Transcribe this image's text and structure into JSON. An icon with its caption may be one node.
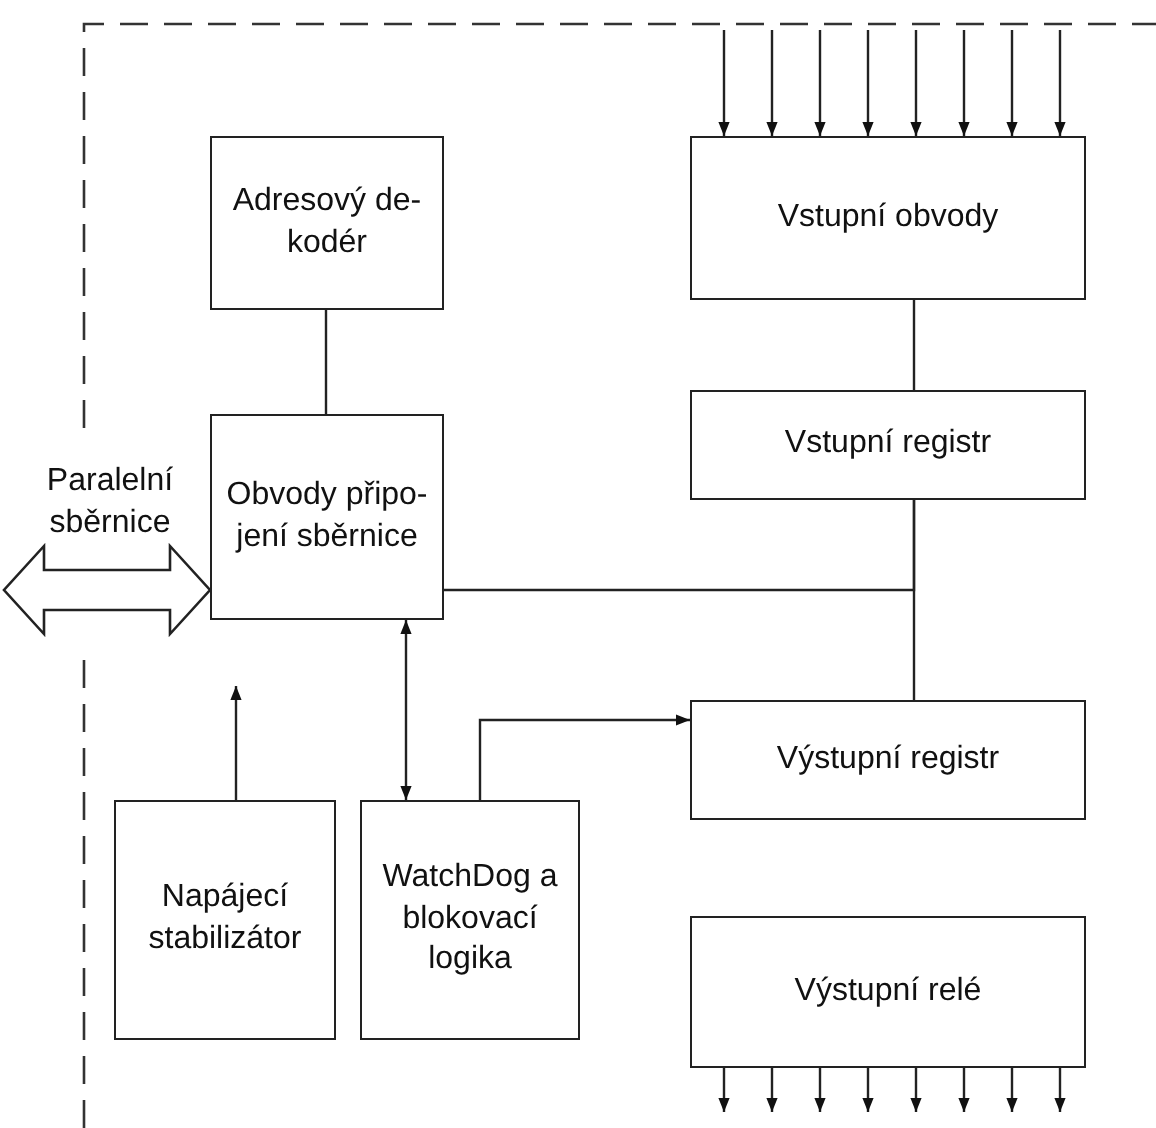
{
  "diagram": {
    "nodes": [
      {
        "text": [
          "Adresový de-kodér"
        ]
      },
      {
        "text": [
          "Vstupní obvody"
        ]
      },
      {
        "text": [
          "Obvody připo-jení sběrnice"
        ]
      },
      {
        "text": [
          "Vstupní registr"
        ]
      },
      {
        "text": [
          "Výstupní registr"
        ]
      },
      {
        "text": [
          "Napájecí stabilizátor"
        ]
      },
      {
        "text": [
          "WatchDog a blokovací logika"
        ]
      },
      {
        "text": [
          "Výstupní relé"
        ]
      }
    ],
    "edges": [
      {
        "from": 0,
        "to": 2,
        "arrow": "none"
      },
      {
        "from": 1,
        "to": 3,
        "arrow": "none"
      },
      {
        "from": 2,
        "to": 3,
        "arrow": "none"
      },
      {
        "from": 3,
        "to": 4,
        "arrow": "none"
      },
      {
        "from": 2,
        "to": 6,
        "arrow": "both"
      },
      {
        "from": 6,
        "to": 4,
        "arrow": "to"
      },
      {
        "from": 5,
        "to": null,
        "arrow": "to"
      },
      {
        "from": null,
        "to": 2,
        "arrow": "both",
        "style": "thick"
      },
      {
        "from": null,
        "to": 1,
        "arrow": "to"
      },
      {
        "from": null,
        "to": 1,
        "arrow": "to"
      },
      {
        "from": null,
        "to": 1,
        "arrow": "to"
      },
      {
        "from": null,
        "to": 1,
        "arrow": "to"
      },
      {
        "from": null,
        "to": 1,
        "arrow": "to"
      },
      {
        "from": null,
        "to": 1,
        "arrow": "to"
      },
      {
        "from": null,
        "to": 1,
        "arrow": "to"
      },
      {
        "from": null,
        "to": 1,
        "arrow": "to"
      },
      {
        "from": 7,
        "to": null,
        "arrow": "to"
      },
      {
        "from": 7,
        "to": null,
        "arrow": "to"
      },
      {
        "from": 7,
        "to": null,
        "arrow": "to"
      },
      {
        "from": 7,
        "to": null,
        "arrow": "to"
      },
      {
        "from": 7,
        "to": null,
        "arrow": "to"
      },
      {
        "from": 7,
        "to": null,
        "arrow": "to"
      },
      {
        "from": 7,
        "to": null,
        "arrow": "to"
      },
      {
        "from": 7,
        "to": null,
        "arrow": "to"
      }
    ],
    "labels": [
      "Paralelní sběrnice"
    ]
  }
}
